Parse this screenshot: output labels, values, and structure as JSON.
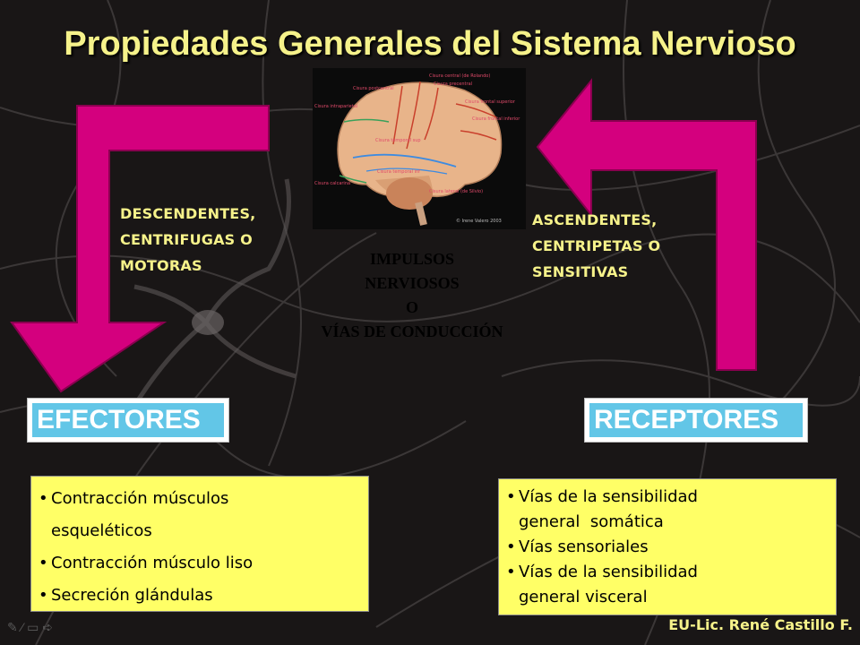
{
  "slide": {
    "title": "Propiedades Generales del Sistema Nervioso",
    "title_color": "#f6f28a"
  },
  "brain_image": {
    "labels": [
      "Cisura central (de Rolando)",
      "Cisura postcentral",
      "Cisura precentral",
      "Cisura frontal superior",
      "Cisura intraparietal",
      "Cisura frontal inferior",
      "Cisura temporal sup",
      "Cisura temporal inf",
      "Cisura calcarina",
      "Cisura lateral (de Silvio)"
    ],
    "credit": "© Irene Valero 2003"
  },
  "descending": {
    "lines": [
      "DESCENDENTES,",
      "CENTRIFUGAS O",
      "MOTORAS"
    ]
  },
  "ascending": {
    "lines": [
      "ASCENDENTES,",
      "CENTRIPETAS O",
      "SENSITIVAS"
    ]
  },
  "center": {
    "lines": [
      "IMPULSOS",
      "NERVIOSOS",
      "O",
      "VÍAS DE CONDUCCIÓN"
    ]
  },
  "efectores": {
    "title": "EFECTORES",
    "items": [
      [
        "Contracción músculos",
        "esqueléticos"
      ],
      [
        "Contracción músculo liso"
      ],
      [
        "Secreción glándulas"
      ]
    ]
  },
  "receptores": {
    "title": "RECEPTORES",
    "items": [
      [
        "Vías de la sensibilidad",
        "general  somática"
      ],
      [
        "Vías sensoriales"
      ],
      [
        "Vías de la sensibilidad",
        "general visceral"
      ]
    ]
  },
  "footer": {
    "author": "EU-Lic. René Castillo F."
  },
  "colors": {
    "arrow": "#d4007e",
    "box_title_bg": "#62c6e7",
    "list_bg": "#ffff66"
  }
}
